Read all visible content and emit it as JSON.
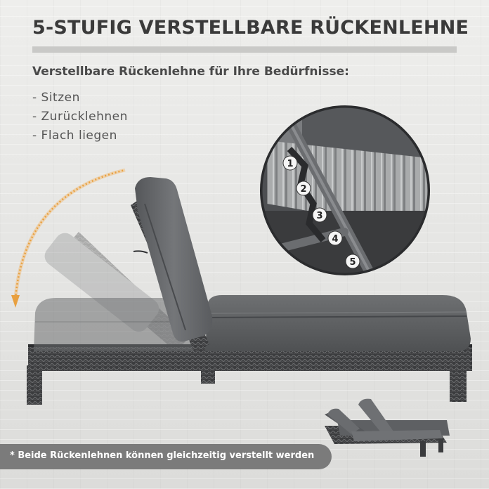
{
  "title": "5-STUFIG VERSTELLBARE RÜCKENLEHNE",
  "subtitle": "Verstellbare Rückenlehne für Ihre Bedürfnisse:",
  "features": [
    "- Sitzen",
    "- Zurücklehnen",
    "- Flach liegen"
  ],
  "detail_steps": [
    "1",
    "2",
    "3",
    "4",
    "5"
  ],
  "footnote": "* Beide Rückenlehnen können gleichzeitig verstellt werden",
  "colors": {
    "title_text": "#3a3a3a",
    "accent_arrow": "#e8a040",
    "cushion": "#5f6163",
    "rattan": "#3b3c3e",
    "footer_bg": "#7b7b7b"
  }
}
